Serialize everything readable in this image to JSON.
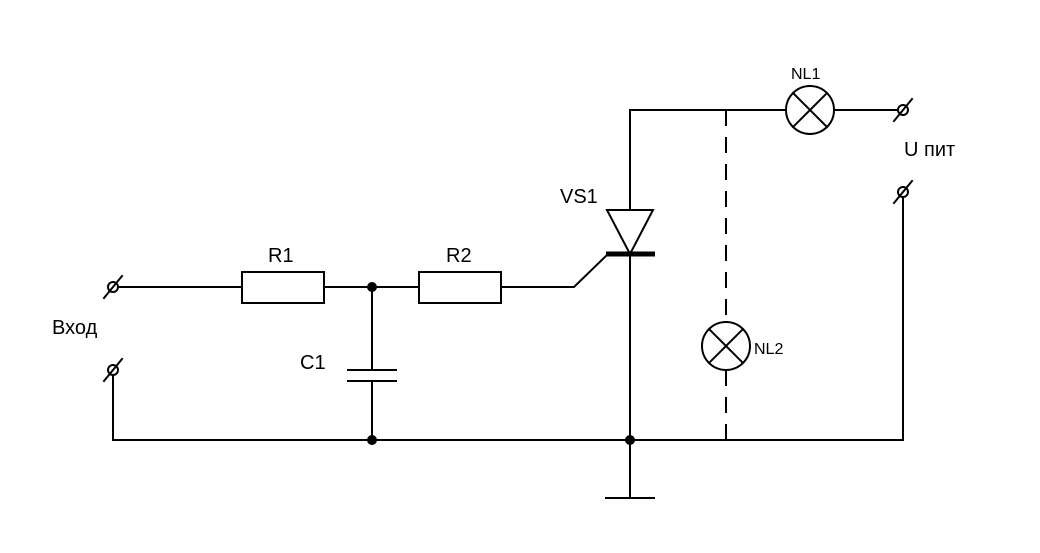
{
  "labels": {
    "input": "Вход",
    "r1": "R1",
    "r2": "R2",
    "c1": "C1",
    "vs1": "VS1",
    "nl1": "NL1",
    "nl2": "NL2",
    "supply": "U пит"
  },
  "colors": {
    "background": "#ffffff",
    "ink": "#000000"
  }
}
